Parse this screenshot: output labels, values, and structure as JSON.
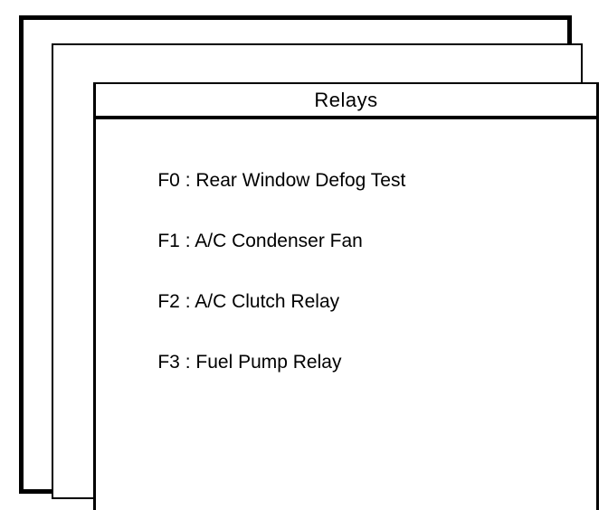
{
  "title": "Relays",
  "menu": {
    "separator": " : ",
    "items": [
      {
        "key": "F0",
        "label": "Rear Window Defog Test"
      },
      {
        "key": "F1",
        "label": "A/C Condenser Fan"
      },
      {
        "key": "F2",
        "label": "A/C Clutch Relay"
      },
      {
        "key": "F3",
        "label": "Fuel Pump Relay"
      }
    ]
  },
  "colors": {
    "foreground": "#000000",
    "background": "#ffffff"
  }
}
